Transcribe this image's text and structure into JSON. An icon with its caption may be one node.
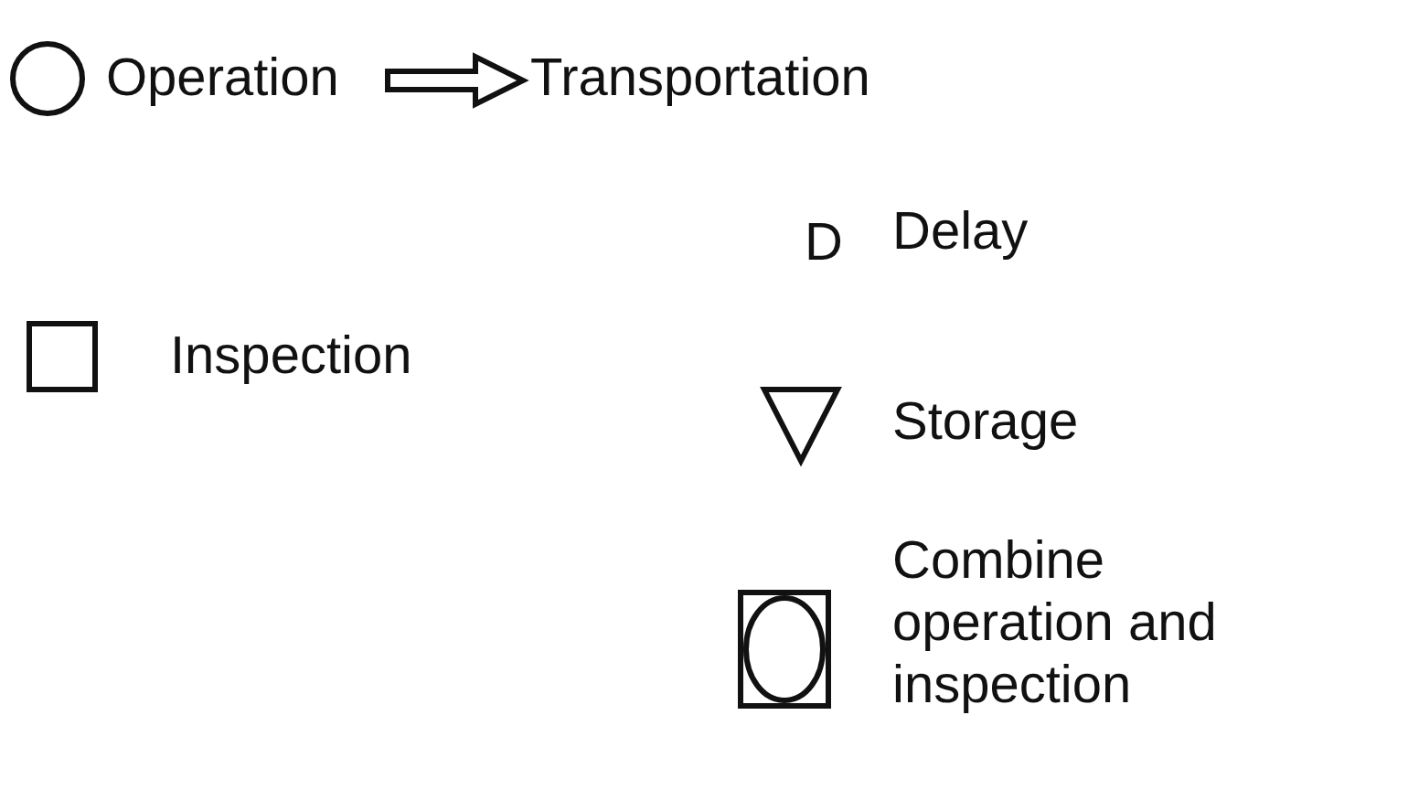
{
  "diagram": {
    "labels": [
      "D"
    ],
    "legend": [
      {
        "text": "Operation"
      },
      {
        "text": "Transportation"
      },
      {
        "text": "Delay"
      },
      {
        "text": "Inspection"
      },
      {
        "text": "Storage"
      },
      {
        "text": "Combine operation and inspection"
      }
    ]
  }
}
